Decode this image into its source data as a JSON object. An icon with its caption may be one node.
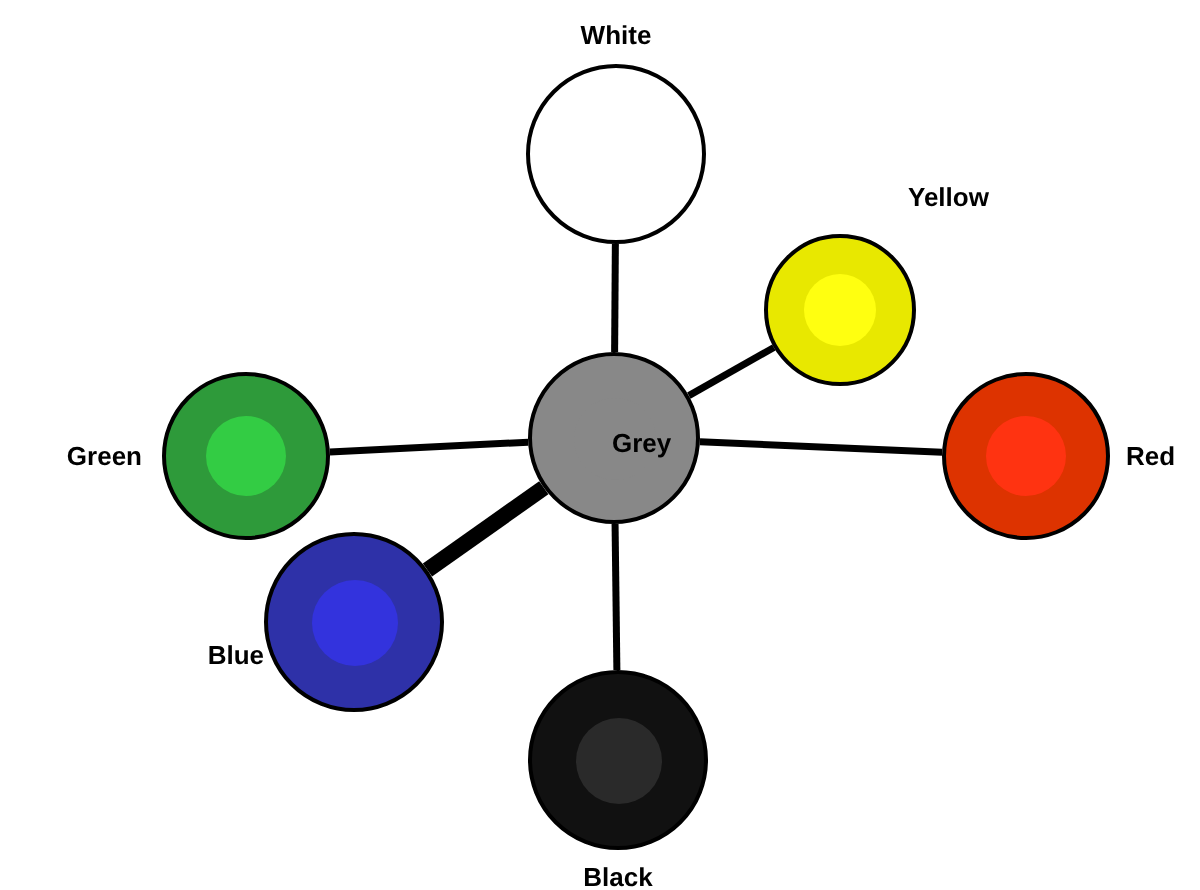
{
  "diagram": {
    "nodes": [
      {
        "text": [
          "White"
        ]
      },
      {
        "text": [
          "Yellow"
        ]
      },
      {
        "text": [
          "Green"
        ]
      },
      {
        "text": [
          "Grey"
        ]
      },
      {
        "text": [
          "Red"
        ]
      },
      {
        "text": [
          "Blue"
        ]
      },
      {
        "text": [
          "Black"
        ]
      }
    ],
    "edges": [
      {
        "from": 3,
        "to": 0,
        "arrow": "none"
      },
      {
        "from": 3,
        "to": 1,
        "arrow": "none"
      },
      {
        "from": 3,
        "to": 2,
        "arrow": "none"
      },
      {
        "from": 3,
        "to": 4,
        "arrow": "none"
      },
      {
        "from": 3,
        "to": 5,
        "arrow": "none",
        "style": "thick"
      },
      {
        "from": 3,
        "to": 6,
        "arrow": "none"
      }
    ]
  }
}
